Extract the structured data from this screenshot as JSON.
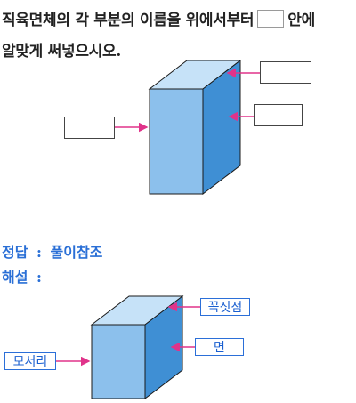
{
  "question": {
    "line1_before": "직육면체의 각 부분의 이름을 위에서부터",
    "line1_after": "안에",
    "line2": "알맞게 써넣으시오."
  },
  "answer": {
    "label": "정답",
    "separator": ":",
    "value": "풀이참조"
  },
  "explanation": {
    "label": "해설",
    "separator": ":"
  },
  "labels": {
    "vertex": "꼭짓점",
    "face": "면",
    "edge": "모서리"
  },
  "colors": {
    "cube_front": "#8cc0ec",
    "cube_top": "#c6e2f8",
    "cube_side": "#3f8fd4",
    "arrow": "#e0338a",
    "label_border": "#2b6fd8",
    "answer_text": "#2a6fd6"
  }
}
